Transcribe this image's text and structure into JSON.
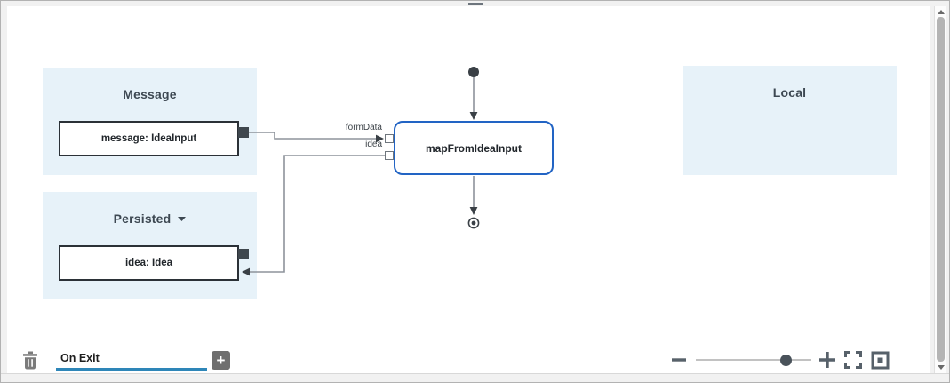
{
  "colors": {
    "panel_bg": "#e7f2f9",
    "node_border": "#2264c4",
    "tab_underline": "#2e86b8",
    "edge": "#8d939b",
    "dark": "#3a4046"
  },
  "scopes": {
    "message": {
      "title": "Message",
      "variable": "message: IdeaInput"
    },
    "persisted": {
      "title": "Persisted",
      "variable": "idea: Idea"
    },
    "local": {
      "title": "Local"
    }
  },
  "node": {
    "label": "mapFromIdeaInput",
    "ports": {
      "formData": "formData",
      "idea": "idea"
    }
  },
  "footer": {
    "event_tab": "On Exit",
    "add_button_label": "+"
  },
  "zoom": {
    "level_percent": 78
  }
}
